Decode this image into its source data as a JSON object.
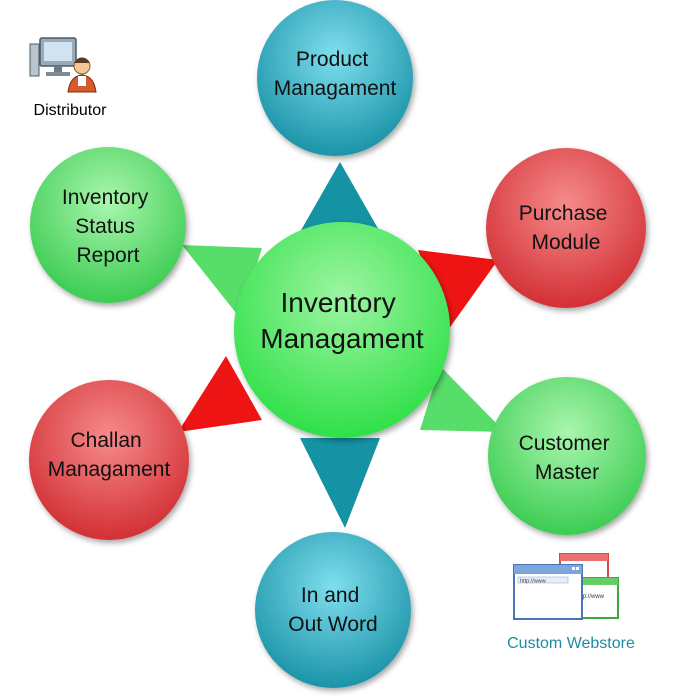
{
  "center": {
    "lines": [
      "Inventory",
      "Managament"
    ]
  },
  "nodes": [
    {
      "id": "product-managament",
      "lines": [
        "Product",
        "Managament"
      ],
      "color": "teal"
    },
    {
      "id": "purchase-module",
      "lines": [
        "Purchase",
        "Module"
      ],
      "color": "red"
    },
    {
      "id": "customer-master",
      "lines": [
        "Customer",
        "Master"
      ],
      "color": "green"
    },
    {
      "id": "in-and-out-word",
      "lines": [
        "In and",
        "Out Word"
      ],
      "color": "teal"
    },
    {
      "id": "challan-managament",
      "lines": [
        "Challan",
        "Managament"
      ],
      "color": "red"
    },
    {
      "id": "inventory-status-report",
      "lines": [
        "Inventory",
        "Status",
        "Report"
      ],
      "color": "green"
    }
  ],
  "distributor": {
    "label": "Distributor",
    "icon": "computer-user-icon"
  },
  "webstore": {
    "label": "Custom Webstore",
    "icon": "browser-windows-icon",
    "window_url_text": "http://www"
  },
  "colors": {
    "teal_light": "#6fd6e8",
    "teal_dark": "#1f9bb0",
    "red_light": "#f47a7a",
    "red_dark": "#d8383d",
    "green_light": "#9af2a0",
    "green_dark": "#3fcf55",
    "center_light": "#8af08f",
    "center_dark": "#33e24c",
    "arm_teal": "#1592a4",
    "arm_red": "#ee1414",
    "arm_green": "#57dd6a",
    "webstore_text": "#1c8ea0"
  }
}
